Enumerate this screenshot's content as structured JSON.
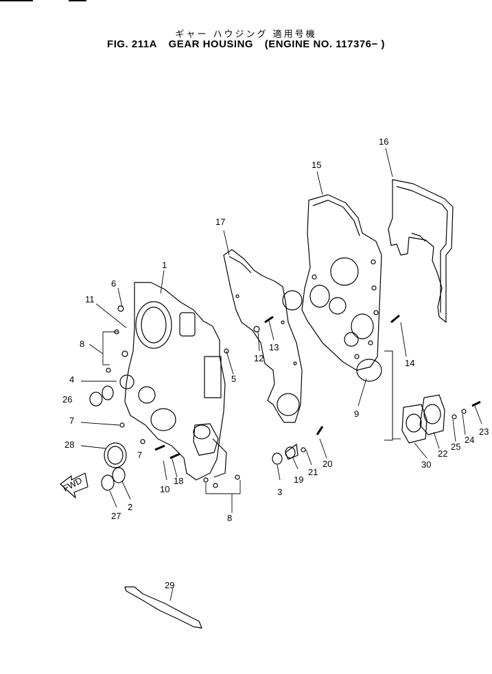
{
  "header": {
    "jp_title": "ギャー ハウジング 適用号機",
    "fig_number": "FIG. 211A",
    "title": "GEAR HOUSING",
    "engine_note": "(ENGINE NO. 117376− )"
  },
  "fwd_label": "FWD",
  "parts": [
    {
      "id": "p1",
      "num": "1"
    },
    {
      "id": "p2",
      "num": "2"
    },
    {
      "id": "p3",
      "num": "3"
    },
    {
      "id": "p4",
      "num": "4"
    },
    {
      "id": "p5",
      "num": "5"
    },
    {
      "id": "p6",
      "num": "6"
    },
    {
      "id": "p7a",
      "num": "7"
    },
    {
      "id": "p7b",
      "num": "7"
    },
    {
      "id": "p8a",
      "num": "8"
    },
    {
      "id": "p8b",
      "num": "8"
    },
    {
      "id": "p9",
      "num": "9"
    },
    {
      "id": "p10",
      "num": "10"
    },
    {
      "id": "p11",
      "num": "11"
    },
    {
      "id": "p12",
      "num": "12"
    },
    {
      "id": "p13",
      "num": "13"
    },
    {
      "id": "p14",
      "num": "14"
    },
    {
      "id": "p15",
      "num": "15"
    },
    {
      "id": "p16",
      "num": "16"
    },
    {
      "id": "p17",
      "num": "17"
    },
    {
      "id": "p18",
      "num": "18"
    },
    {
      "id": "p19",
      "num": "19"
    },
    {
      "id": "p20",
      "num": "20"
    },
    {
      "id": "p21",
      "num": "21"
    },
    {
      "id": "p22",
      "num": "22"
    },
    {
      "id": "p23",
      "num": "23"
    },
    {
      "id": "p24",
      "num": "24"
    },
    {
      "id": "p25",
      "num": "25"
    },
    {
      "id": "p26",
      "num": "26"
    },
    {
      "id": "p27",
      "num": "27"
    },
    {
      "id": "p28",
      "num": "28"
    },
    {
      "id": "p29",
      "num": "29"
    },
    {
      "id": "p30",
      "num": "30"
    }
  ]
}
